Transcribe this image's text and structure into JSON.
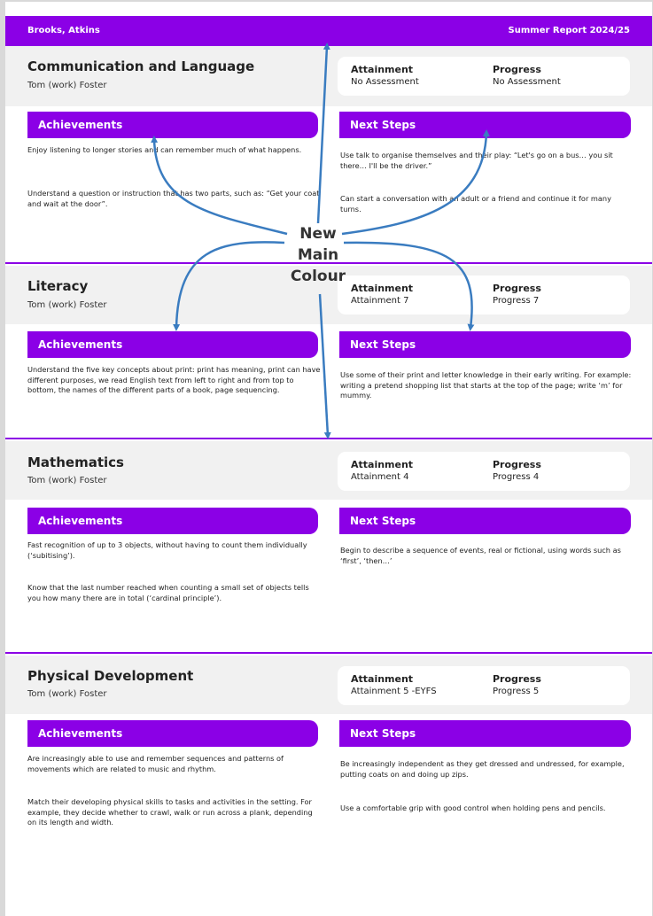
{
  "header": {
    "names": "Brooks, Atkins",
    "report_title": "Summer Report 2024/25"
  },
  "labels": {
    "attainment": "Attainment",
    "progress": "Progress",
    "achievements": "Achievements",
    "next_steps": "Next Steps"
  },
  "sections": [
    {
      "title": "Communication and Language",
      "teacher": "Tom (work) Foster",
      "attainment": "No Assessment",
      "progress": "No Assessment",
      "achievements": [
        "Enjoy listening to longer stories and can remember much of what happens.",
        "Understand a question or instruction that has two parts, such as: “Get your coat and wait at the door”."
      ],
      "next_steps": [
        "Use talk to organise themselves and their play: “Let's go on a bus… you sit there… I'll be the driver.”",
        "Can start a conversation with an adult or a friend and continue it for many turns."
      ]
    },
    {
      "title": "Literacy",
      "teacher": "Tom (work) Foster",
      "attainment": "Attainment 7",
      "progress": "Progress 7",
      "achievements": [
        "Understand the five key concepts about print: print has meaning, print can have different purposes, we read English text from left to right and from top to bottom, the names of the different parts of a book, page sequencing."
      ],
      "next_steps": [
        "Use some of their print and letter knowledge in their early writing. For example: writing a pretend shopping list that starts at the top of the page; write ‘m’ for mummy."
      ]
    },
    {
      "title": "Mathematics",
      "teacher": "Tom (work) Foster",
      "attainment": "Attainment 4",
      "progress": "Progress 4",
      "achievements": [
        "Fast recognition of up to 3 objects, without having to count them individually (‘subitising’).",
        "Know that the last number reached when counting a small set of objects tells you how many there are in total (‘cardinal principle’)."
      ],
      "next_steps": [
        "Begin to describe a sequence of events, real or fictional, using words such as ‘first’, ‘then…’"
      ]
    },
    {
      "title": "Physical Development",
      "teacher": "Tom (work) Foster",
      "attainment": "Attainment 5 -EYFS",
      "progress": "Progress 5",
      "achievements": [
        "Are increasingly able to use and remember sequences and patterns of movements which are related to music and rhythm.",
        "Match their developing physical skills to tasks and activities in the setting. For example, they decide whether to crawl, walk or run across a plank, depending on its length and width."
      ],
      "next_steps": [
        "Be increasingly independent as they get dressed and undressed, for example, putting coats on and doing up zips.",
        "Use a comfortable grip with good control when holding pens and pencils."
      ]
    }
  ],
  "annotation": {
    "line1": "New",
    "line2": "Main",
    "line3": "Colour",
    "arrow_color": "#3a7cc0"
  },
  "colors": {
    "main": "#8b00e6",
    "header_bg": "#f1f1f1"
  }
}
